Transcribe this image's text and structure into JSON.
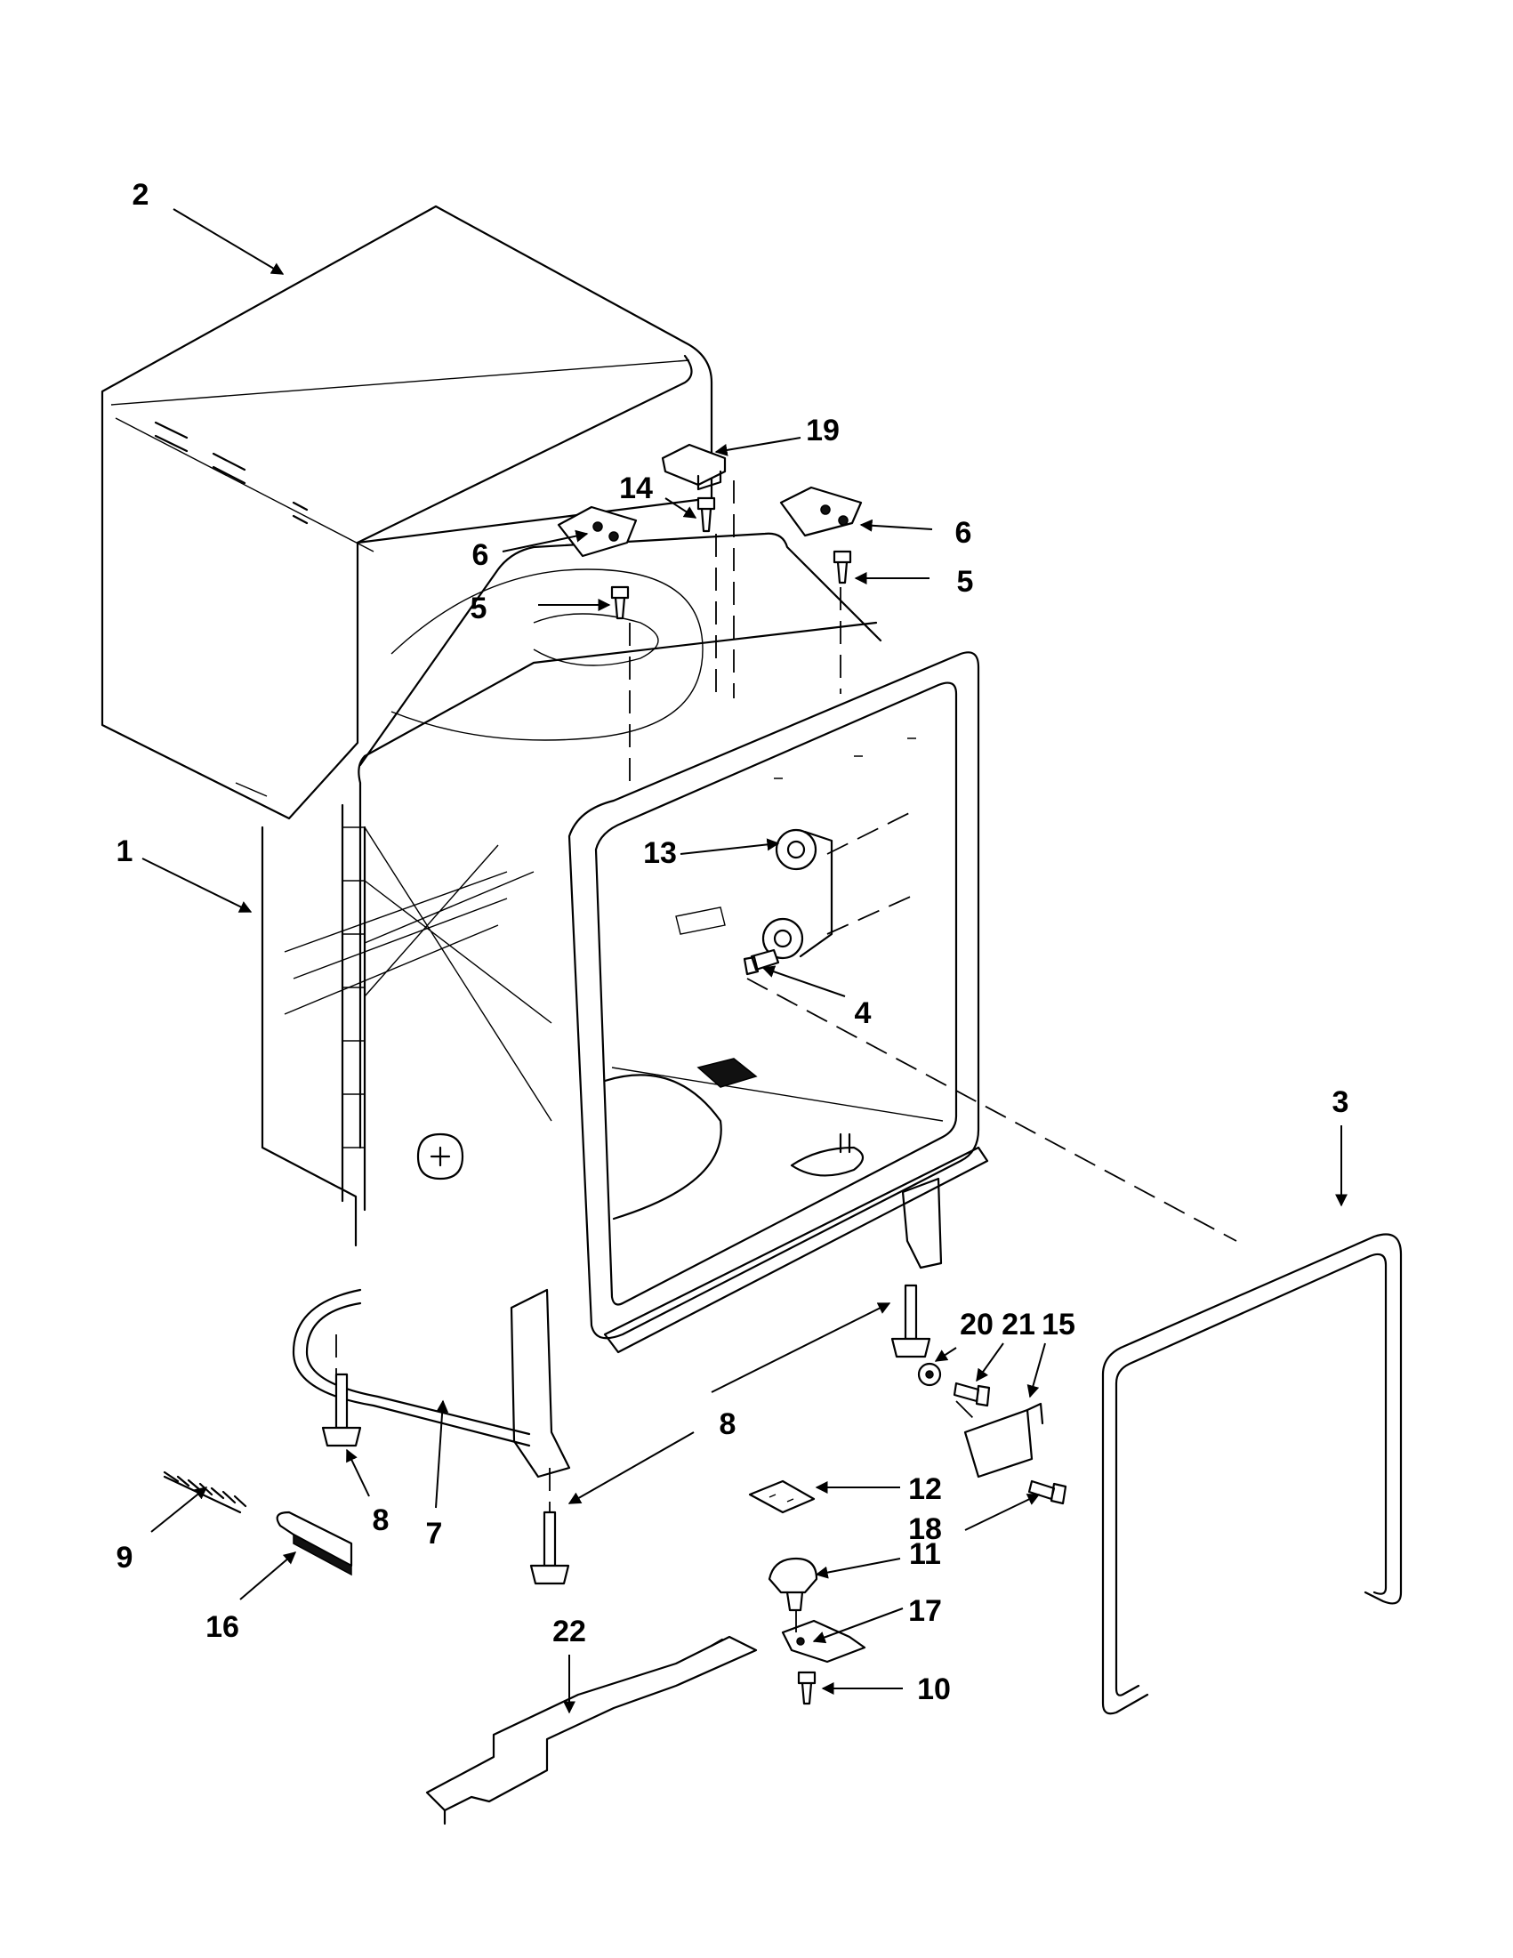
{
  "callouts": [
    {
      "id": "c1",
      "label": "1"
    },
    {
      "id": "c2",
      "label": "2"
    },
    {
      "id": "c3",
      "label": "3"
    },
    {
      "id": "c4",
      "label": "4"
    },
    {
      "id": "c5a",
      "label": "5"
    },
    {
      "id": "c5b",
      "label": "5"
    },
    {
      "id": "c6a",
      "label": "6"
    },
    {
      "id": "c6b",
      "label": "6"
    },
    {
      "id": "c7",
      "label": "7"
    },
    {
      "id": "c8a",
      "label": "8"
    },
    {
      "id": "c8b",
      "label": "8"
    },
    {
      "id": "c9",
      "label": "9"
    },
    {
      "id": "c10",
      "label": "10"
    },
    {
      "id": "c11",
      "label": "11"
    },
    {
      "id": "c12",
      "label": "12"
    },
    {
      "id": "c13",
      "label": "13"
    },
    {
      "id": "c14",
      "label": "14"
    },
    {
      "id": "c15",
      "label": "15"
    },
    {
      "id": "c16",
      "label": "16"
    },
    {
      "id": "c17",
      "label": "17"
    },
    {
      "id": "c18",
      "label": "18"
    },
    {
      "id": "c19",
      "label": "19"
    },
    {
      "id": "c20",
      "label": "20"
    },
    {
      "id": "c21",
      "label": "21"
    },
    {
      "id": "c22",
      "label": "22"
    }
  ]
}
